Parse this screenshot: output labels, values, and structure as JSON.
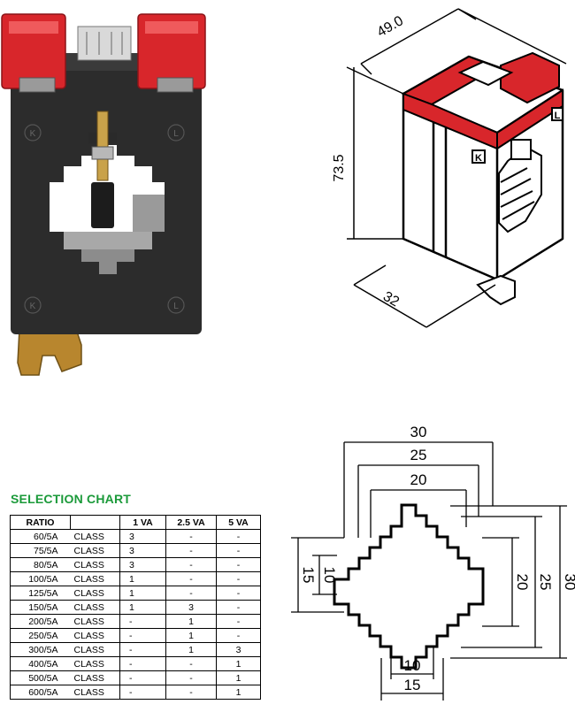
{
  "iso_dims": {
    "width": "49.0",
    "height": "73.5",
    "depth": "32"
  },
  "photo_labels": {
    "k_top": "K",
    "l_top": "L",
    "k_bottom": "K",
    "l_bottom": "L"
  },
  "iso_labels": {
    "k": "K",
    "l": "L"
  },
  "section_dims": {
    "top": [
      "30",
      "25",
      "20"
    ],
    "right": [
      "20",
      "25",
      "30"
    ],
    "left": [
      "15",
      "10"
    ],
    "bottom": [
      "10",
      "15"
    ]
  },
  "chart": {
    "title": "SELECTION CHART",
    "headers": [
      "RATIO",
      "",
      "1 VA",
      "2.5 VA",
      "5 VA"
    ],
    "rows": [
      [
        "60/5A",
        "CLASS",
        "3",
        "-",
        "-"
      ],
      [
        "75/5A",
        "CLASS",
        "3",
        "-",
        "-"
      ],
      [
        "80/5A",
        "CLASS",
        "3",
        "-",
        "-"
      ],
      [
        "100/5A",
        "CLASS",
        "1",
        "-",
        "-"
      ],
      [
        "125/5A",
        "CLASS",
        "1",
        "-",
        "-"
      ],
      [
        "150/5A",
        "CLASS",
        "1",
        "3",
        "-"
      ],
      [
        "200/5A",
        "CLASS",
        "-",
        "1",
        "-"
      ],
      [
        "250/5A",
        "CLASS",
        "-",
        "1",
        "-"
      ],
      [
        "300/5A",
        "CLASS",
        "-",
        "1",
        "3"
      ],
      [
        "400/5A",
        "CLASS",
        "-",
        "-",
        "1"
      ],
      [
        "500/5A",
        "CLASS",
        "-",
        "-",
        "1"
      ],
      [
        "600/5A",
        "CLASS",
        "-",
        "-",
        "1"
      ]
    ]
  },
  "colors": {
    "accent_red": "#d8262b",
    "heading_green": "#1b9a3a",
    "housing": "#2c2c2c",
    "brass": "#b8862e"
  }
}
